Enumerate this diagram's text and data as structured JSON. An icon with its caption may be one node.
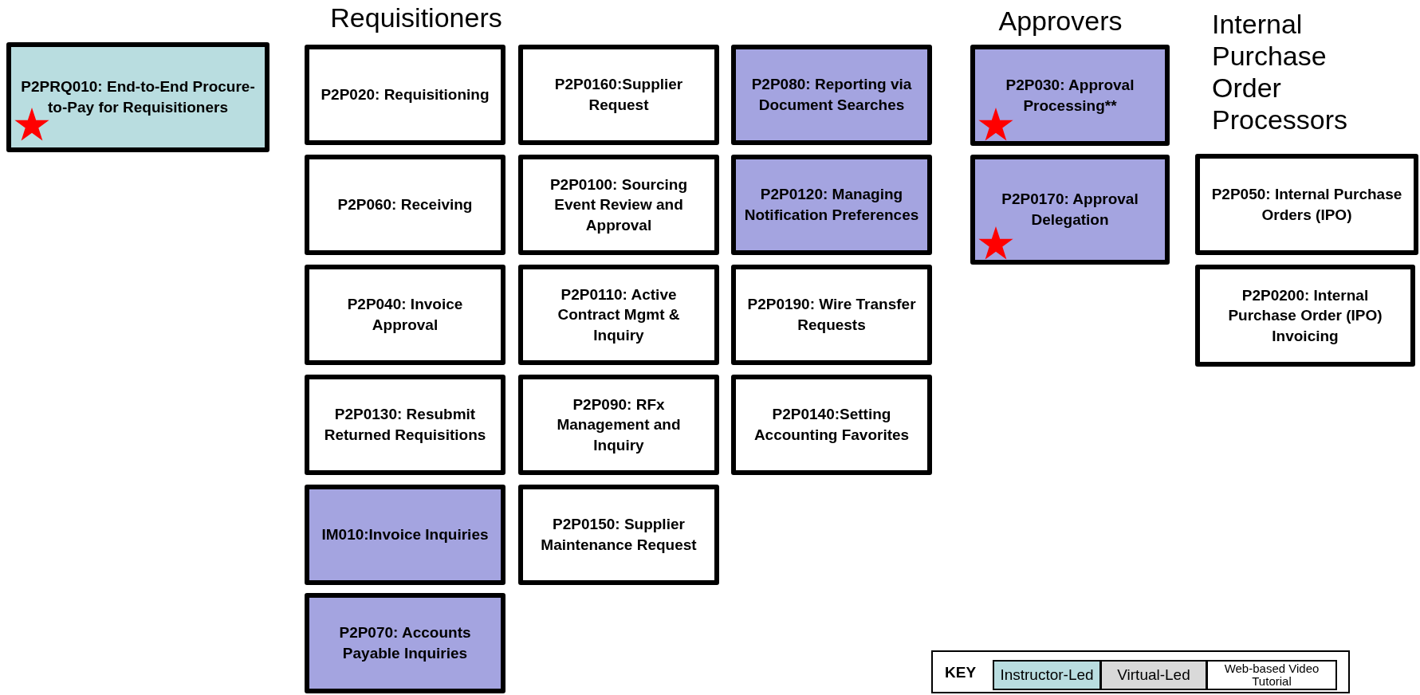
{
  "diagram": {
    "nodes": [
      {
        "text": [
          "P2PRQ010: End-to-End Procure-to-Pay for Requisitioners"
        ]
      },
      {
        "text": [
          "P2P020: Requisitioning"
        ]
      },
      {
        "text": [
          "P2P060: Receiving"
        ]
      },
      {
        "text": [
          "P2P040: Invoice Approval"
        ]
      },
      {
        "text": [
          "P2P0130: Resubmit Returned Requisitions"
        ]
      },
      {
        "text": [
          "IM010:Invoice Inquiries"
        ]
      },
      {
        "text": [
          "P2P070: Accounts Payable  Inquiries"
        ]
      },
      {
        "text": [
          "P2P0160:Supplier Request"
        ]
      },
      {
        "text": [
          "P2P0100: Sourcing Event Review and Approval"
        ]
      },
      {
        "text": [
          "P2P0110: Active Contract Mgmt & Inquiry"
        ]
      },
      {
        "text": [
          "P2P090: RFx Management and Inquiry"
        ]
      },
      {
        "text": [
          "P2P0150: Supplier Maintenance Request"
        ]
      },
      {
        "text": [
          "P2P080: Reporting via Document Searches"
        ]
      },
      {
        "text": [
          "P2P0120: Managing Notification Preferences"
        ]
      },
      {
        "text": [
          "P2P0190: Wire Transfer Requests"
        ]
      },
      {
        "text": [
          "P2P0140:Setting Accounting Favorites"
        ]
      },
      {
        "text": [
          "P2P030: Approval Processing**"
        ]
      },
      {
        "text": [
          "P2P0170: Approval Delegation"
        ]
      },
      {
        "text": [
          "P2P050: Internal Purchase Orders (IPO)"
        ]
      },
      {
        "text": [
          "P2P0200: Internal Purchase Order (IPO) Invoicing"
        ]
      }
    ],
    "labels": [
      "Requisitioners",
      "Approvers",
      "Internal Purchase Order Processors",
      "KEY"
    ],
    "legend": [
      {
        "text": "Instructor-Led",
        "color": "#b9dde0"
      },
      {
        "text": "Virtual-Led",
        "color": "#d9d9d9"
      },
      {
        "text": "Web-based Video Tutorial",
        "color": "#ffffff"
      }
    ]
  }
}
